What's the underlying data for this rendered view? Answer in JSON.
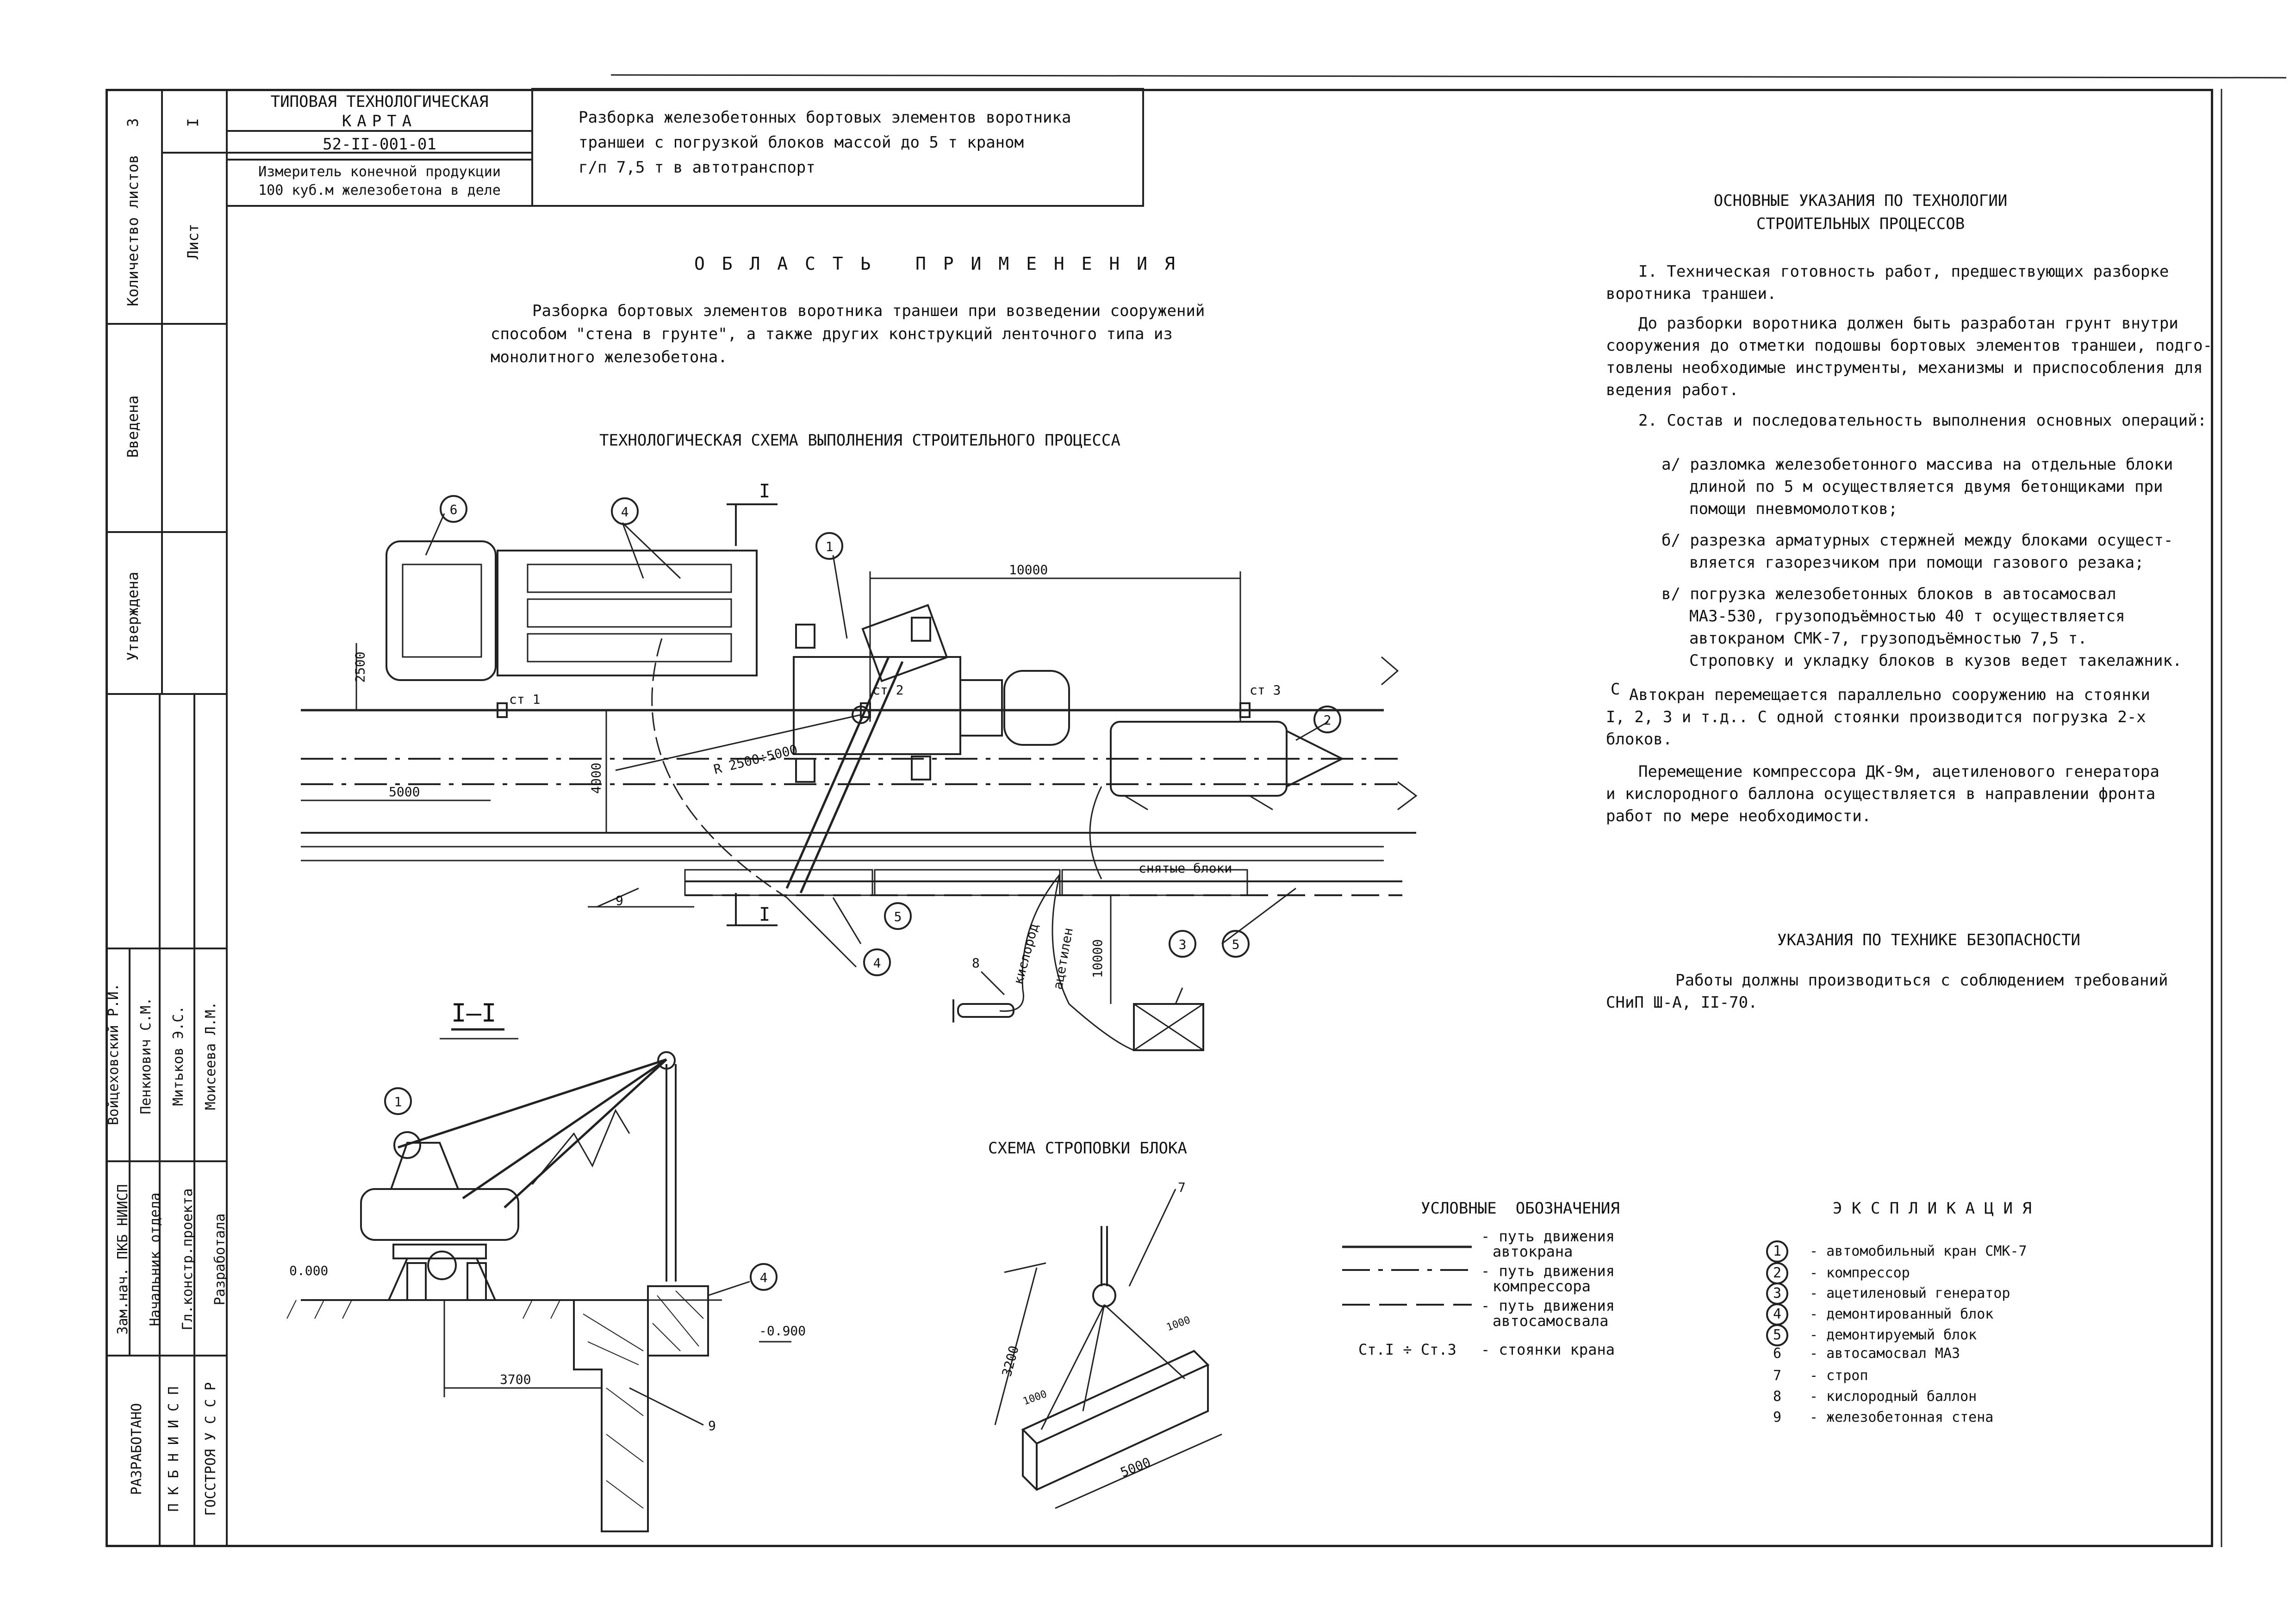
{
  "stamp": {
    "card_line1": "ТИПОВАЯ ТЕХНОЛОГИЧЕСКАЯ",
    "card_line2": "КАРТА",
    "card_number": "52-II-001-01",
    "meter_line1": "Измеритель конечной продукции",
    "meter_line2": "100 куб.м железобетона в деле",
    "sheets_count_label": "Количество листов",
    "sheets_count_value": "3",
    "sheet_label": "Лист",
    "sheet_value": "I",
    "title_line1": "Разборка железобетонных бортовых элементов воротника",
    "title_line2": "траншеи с погрузкой блоков массой до 5 т краном",
    "title_line3": "г/п 7,5 т в автотранспорт"
  },
  "side": {
    "introduced": "Введена",
    "approved": "Утверждена",
    "developed_line1": "РАЗРАБОТАНО",
    "developed_line2": "П К Б  Н И И С П",
    "developed_line3": "ГОССТРОЯ  У С С Р",
    "roles": [
      "Зам.нач. ПКБ НИИСП",
      "Начальник отдела",
      "Гл.констр.проекта",
      "Разработала"
    ],
    "names": [
      "Войцеховский Р.И.",
      "Пенкиович С.М.",
      "Митьков Э.С.",
      "Моисеева Л.М."
    ]
  },
  "application": {
    "heading": "О Б Л А С Т Ь   П Р И М Е Н Е Н И Я",
    "lines": [
      "Разборка бортовых элементов воротника траншеи при возведении сооружений",
      "способом \"стена в грунте\", а также других конструкций ленточного типа из",
      "монолитного железобетона."
    ]
  },
  "scheme": {
    "heading": "ТЕХНОЛОГИЧЕСКАЯ СХЕМА ВЫПОЛНЕНИЯ СТРОИТЕЛЬНОГО ПРОЦЕССА",
    "dims": {
      "d10000": "10000",
      "d2500": "2500",
      "d4000": "4000",
      "d5000": "5000",
      "radius": "R 2500÷5000",
      "d10000v": "10000"
    },
    "stops": {
      "st1": "ст 1",
      "st2": "ст 2",
      "st3": "ст 3"
    },
    "section_mark": "I",
    "callouts": {
      "n1": "1",
      "n2": "2",
      "n3": "3",
      "n4": "4",
      "n5": "5",
      "n6": "6",
      "n8": "8",
      "n9": "9"
    },
    "hoses": {
      "oxygen": "кислород",
      "acetylene": "ацетилен",
      "removed": "снятые блоки"
    }
  },
  "section": {
    "title": "I–I",
    "level_left": "0.000",
    "level_right": "-0.900",
    "dim": "3700",
    "callouts": {
      "n1": "1",
      "n4": "4",
      "n9": "9"
    }
  },
  "sling": {
    "title": "СХЕМА СТРОПОВКИ БЛОКА",
    "callout": "7",
    "dims": {
      "d3200": "3200",
      "d1000a": "1000",
      "d1000b": "1000",
      "d5000": "5000"
    }
  },
  "legend": {
    "title": "УСЛОВНЫЕ  ОБОЗНАЧЕНИЯ",
    "items": [
      {
        "line1": "- путь движения",
        "line2": "автокрана"
      },
      {
        "line1": "- путь движения",
        "line2": "компрессора"
      },
      {
        "line1": "- путь движения",
        "line2": "автосамосвала"
      }
    ],
    "stops_symbol": "Ст.I ÷ Ст.3",
    "stops_label": "- стоянки крана"
  },
  "explication": {
    "title": "Э К С П Л И К А Ц И Я",
    "items": [
      {
        "n": "1",
        "text": "- автомобильный кран СМК-7"
      },
      {
        "n": "2",
        "text": "- компрессор"
      },
      {
        "n": "3",
        "text": "- ацетиленовый генератор"
      },
      {
        "n": "4",
        "text": "- демонтированный блок"
      },
      {
        "n": "5",
        "text": "- демонтируемый блок"
      },
      {
        "n": "6",
        "text": "- автосамосвал МАЗ"
      },
      {
        "n": "7",
        "text": "- строп"
      },
      {
        "n": "8",
        "text": "- кислородный баллон"
      },
      {
        "n": "9",
        "text": "- железобетонная стена"
      }
    ]
  },
  "instructions": {
    "heading_line1": "ОСНОВНЫЕ УКАЗАНИЯ ПО ТЕХНОЛОГИИ",
    "heading_line2": "СТРОИТЕЛЬНЫХ ПРОЦЕССОВ",
    "p1_line1": "I. Техническая готовность работ, предшествующих разборке",
    "p1_line2": "воротника траншеи.",
    "p2": [
      "До разборки воротника должен быть разработан грунт внутри",
      "сооружения до отметки подошвы бортовых элементов траншеи, подго-",
      "товлены необходимые инструменты, механизмы и приспособления для",
      "ведения работ."
    ],
    "p3": "2. Состав и последовательность выполнения основных операций:",
    "a": [
      "а/ разломка железобетонного массива на отдельные блоки",
      "длиной по 5 м осуществляется двумя бетонщиками при",
      "помощи пневмомолотков;"
    ],
    "b": [
      "б/ разрезка арматурных стержней между блоками осущест-",
      "вляется газорезчиком при помощи газового резака;"
    ],
    "v": [
      "в/ погрузка железобетонных блоков в автосамосвал",
      "МАЗ-530, грузоподъёмностью 40 т осуществляется",
      "автокраном СМК-7, грузоподъёмностью 7,5 т.",
      "Строповку и укладку блоков в кузов ведет такелажник."
    ],
    "p4": [
      "Автокран перемещается параллельно сооружению на стоянки",
      "I, 2, 3 и т.д.. С одной стоянки производится погрузка 2-х",
      "блоков."
    ],
    "p4_mark": "С",
    "p5": [
      "Перемещение компрессора ДК-9м, ацетиленового генератора",
      "и кислородного баллона осуществляется в направлении фронта",
      "работ по мере необходимости."
    ]
  },
  "safety": {
    "heading": "УКАЗАНИЯ ПО ТЕХНИКЕ БЕЗОПАСНОСТИ",
    "line1": "Работы должны производиться с соблюдением требований",
    "line2": "СНиП Ш-А, II-70."
  }
}
